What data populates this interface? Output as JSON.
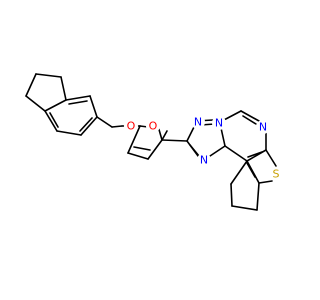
{
  "molecule": {
    "atoms": [
      {
        "id": "O1",
        "symbol": "O",
        "color": "#ff0000"
      },
      {
        "id": "O2",
        "symbol": "O",
        "color": "#ff0000"
      },
      {
        "id": "N1",
        "symbol": "N",
        "color": "#0000ff"
      },
      {
        "id": "N2",
        "symbol": "N",
        "color": "#0000ff"
      },
      {
        "id": "N3",
        "symbol": "N",
        "color": "#0000ff"
      },
      {
        "id": "N4",
        "symbol": "N",
        "color": "#0000ff"
      },
      {
        "id": "S1",
        "symbol": "S",
        "color": "#c8a000"
      }
    ],
    "bond_color": "#000000"
  }
}
